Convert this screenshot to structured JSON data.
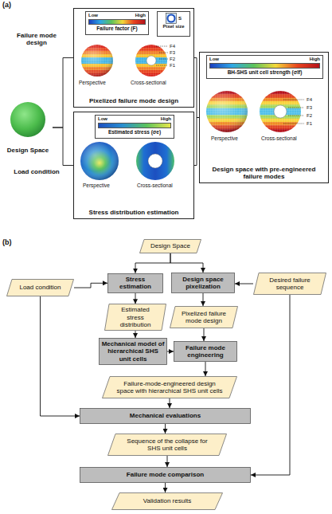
{
  "diagram": {
    "nodes": [
      {
        "text": [
          "Design Space"
        ]
      },
      {
        "text": [
          "Pixelized failure mode design"
        ]
      },
      {
        "text": [
          "Low",
          "High",
          "Failure factor (F)"
        ],
        "in": 1
      },
      {
        "text": [
          "S",
          "Pixel size"
        ],
        "in": 1
      },
      {
        "text": [
          "Stress distribution estimation"
        ]
      },
      {
        "text": [
          "Low",
          "High",
          "Estimated stress (σe)"
        ],
        "in": 4
      },
      {
        "text": [
          "Design space with pre-engineered failure modes"
        ]
      },
      {
        "text": [
          "Low",
          "High",
          "BH-SHS unit cell strength (σlf)"
        ],
        "in": 6
      },
      {
        "text": [
          "Design Space"
        ]
      },
      {
        "text": [
          "Load condition"
        ]
      },
      {
        "text": [
          "Stress estimation"
        ]
      },
      {
        "text": [
          "Design space pixelization"
        ]
      },
      {
        "text": [
          "Desired failure sequence"
        ]
      },
      {
        "text": [
          "Estimated stress distribution"
        ]
      },
      {
        "text": [
          "Pixelized failure mode design"
        ]
      },
      {
        "text": [
          "Mechanical model of hierarchical SHS unit cells"
        ]
      },
      {
        "text": [
          "Failure mode engineering"
        ]
      },
      {
        "text": [
          "Failure-mode-engineered design space with hierarchical SHS unit cells"
        ]
      },
      {
        "text": [
          "Mechanical evaluations"
        ]
      },
      {
        "text": [
          "Sequence of the collapse for SHS unit cells"
        ]
      },
      {
        "text": [
          "Failure mode comparison"
        ]
      },
      {
        "text": [
          "Validation results"
        ]
      }
    ],
    "edges": [
      {
        "from": 0,
        "to": 1,
        "arrow": "none",
        "label": "Failure mode design"
      },
      {
        "from": 0,
        "to": 4,
        "arrow": "none",
        "label": "Load condition"
      },
      {
        "from": 1,
        "to": 6,
        "arrow": "none"
      },
      {
        "from": 4,
        "to": 6,
        "arrow": "none"
      },
      {
        "from": 8,
        "to": 10,
        "arrow": "to"
      },
      {
        "from": 8,
        "to": 11,
        "arrow": "to"
      },
      {
        "from": 9,
        "to": 10,
        "arrow": "to"
      },
      {
        "from": 12,
        "to": 11,
        "arrow": "to"
      },
      {
        "from": 10,
        "to": 13,
        "arrow": "to"
      },
      {
        "from": 11,
        "to": 14,
        "arrow": "to"
      },
      {
        "from": 13,
        "to": 15,
        "arrow": "to"
      },
      {
        "from": 14,
        "to": 16,
        "arrow": "to"
      },
      {
        "from": 15,
        "to": 16,
        "arrow": "to"
      },
      {
        "from": 16,
        "to": 17,
        "arrow": "to"
      },
      {
        "from": 9,
        "to": 18,
        "arrow": "to"
      },
      {
        "from": 17,
        "to": 18,
        "arrow": "to"
      },
      {
        "from": 18,
        "to": 19,
        "arrow": "to"
      },
      {
        "from": 19,
        "to": 20,
        "arrow": "to"
      },
      {
        "from": 12,
        "to": 20,
        "arrow": "to"
      },
      {
        "from": 20,
        "to": 21,
        "arrow": "to"
      }
    ],
    "labels": [
      "(a)",
      "Perspective",
      "Cross-sectional",
      "F4",
      "F3",
      "F2",
      "F1",
      "Perspective",
      "Cross-sectional",
      "Perspective",
      "Cross-sectional",
      "F4",
      "F3",
      "F2",
      "F1",
      "(b)"
    ]
  }
}
